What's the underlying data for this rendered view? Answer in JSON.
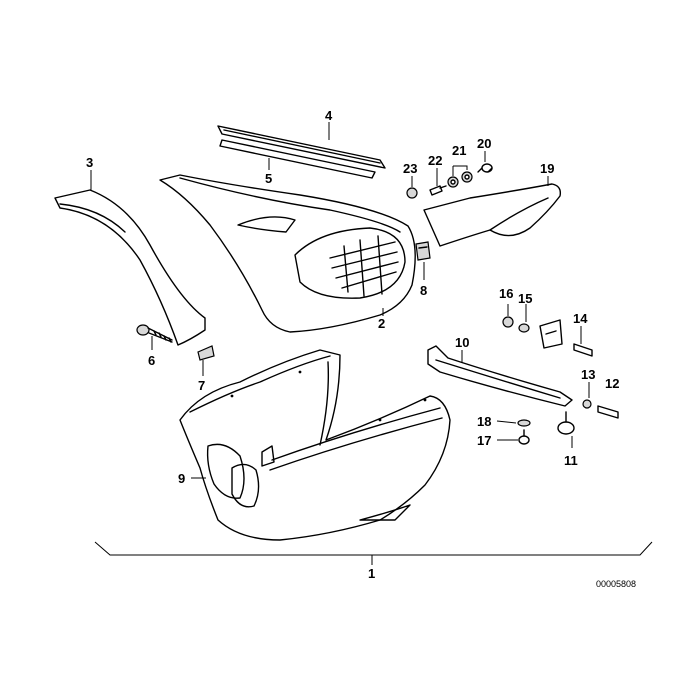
{
  "diagram": {
    "document_number": "00005808",
    "callouts": [
      "1",
      "2",
      "3",
      "4",
      "5",
      "6",
      "7",
      "8",
      "9",
      "10",
      "11",
      "12",
      "13",
      "14",
      "15",
      "16",
      "17",
      "18",
      "19",
      "20",
      "21",
      "22",
      "23"
    ]
  }
}
